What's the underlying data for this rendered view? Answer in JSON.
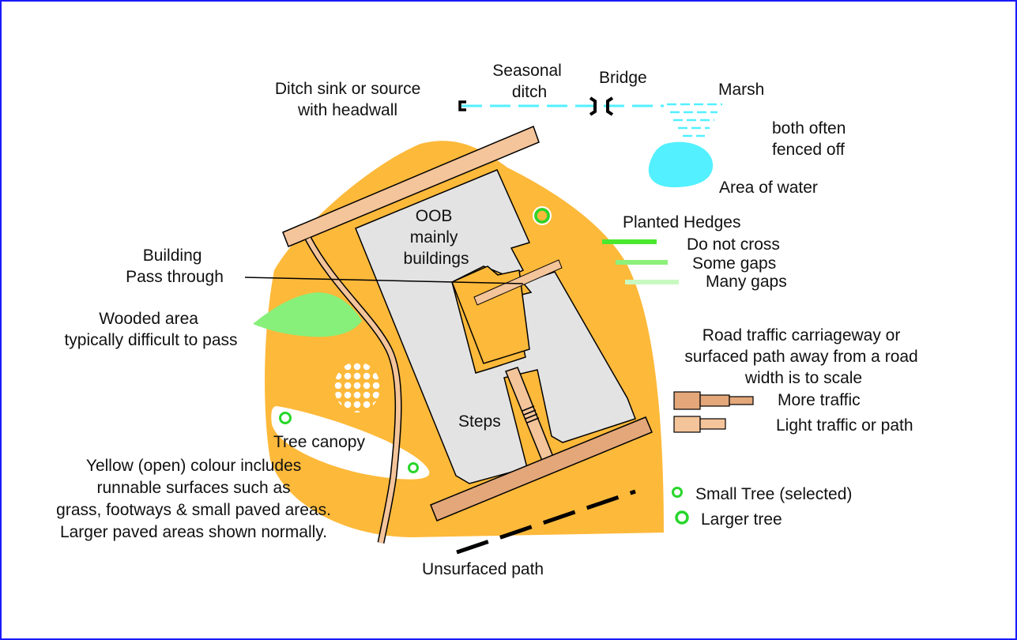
{
  "colors": {
    "open_land": "#fdb93a",
    "building": "#e3e3e3",
    "road_major": "#e3a77a",
    "road_minor": "#f4c49a",
    "water": "#53f0ff",
    "forest": "#87f07a",
    "hedge_dense": "#4be82f",
    "hedge_some": "#8cf07a",
    "hedge_many": "#c9f9c1",
    "tree": "#27d62b",
    "frame": "#1a1aff"
  },
  "labels": {
    "ditch_sink": [
      "Ditch sink or source",
      "with headwall"
    ],
    "seasonal_ditch": [
      "Seasonal",
      "ditch"
    ],
    "bridge": "Bridge",
    "marsh": "Marsh",
    "fenced": [
      "both often",
      "fenced off"
    ],
    "water": "Area of water",
    "oob": [
      "OOB",
      "mainly",
      "buildings"
    ],
    "pass_through": [
      "Building",
      "Pass through"
    ],
    "wooded": [
      "Wooded area",
      "typically difficult to pass"
    ],
    "tree_canopy": "Tree canopy",
    "yellow_note": [
      "Yellow (open) colour includes",
      "runnable surfaces such as",
      "grass, footways & small paved areas.",
      "Larger paved areas shown normally."
    ],
    "steps": "Steps",
    "hedges_title": "Planted Hedges",
    "hedge_dense": "Do not cross",
    "hedge_some": "Some gaps",
    "hedge_many": "Many gaps",
    "road_title": [
      "Road traffic carriageway or",
      "surfaced path away from a road",
      "width is to scale"
    ],
    "more_traffic": "More traffic",
    "light_traffic": "Light traffic or path",
    "small_tree": "Small Tree (selected)",
    "larger_tree": "Larger tree",
    "unsurfaced": "Unsurfaced path"
  }
}
